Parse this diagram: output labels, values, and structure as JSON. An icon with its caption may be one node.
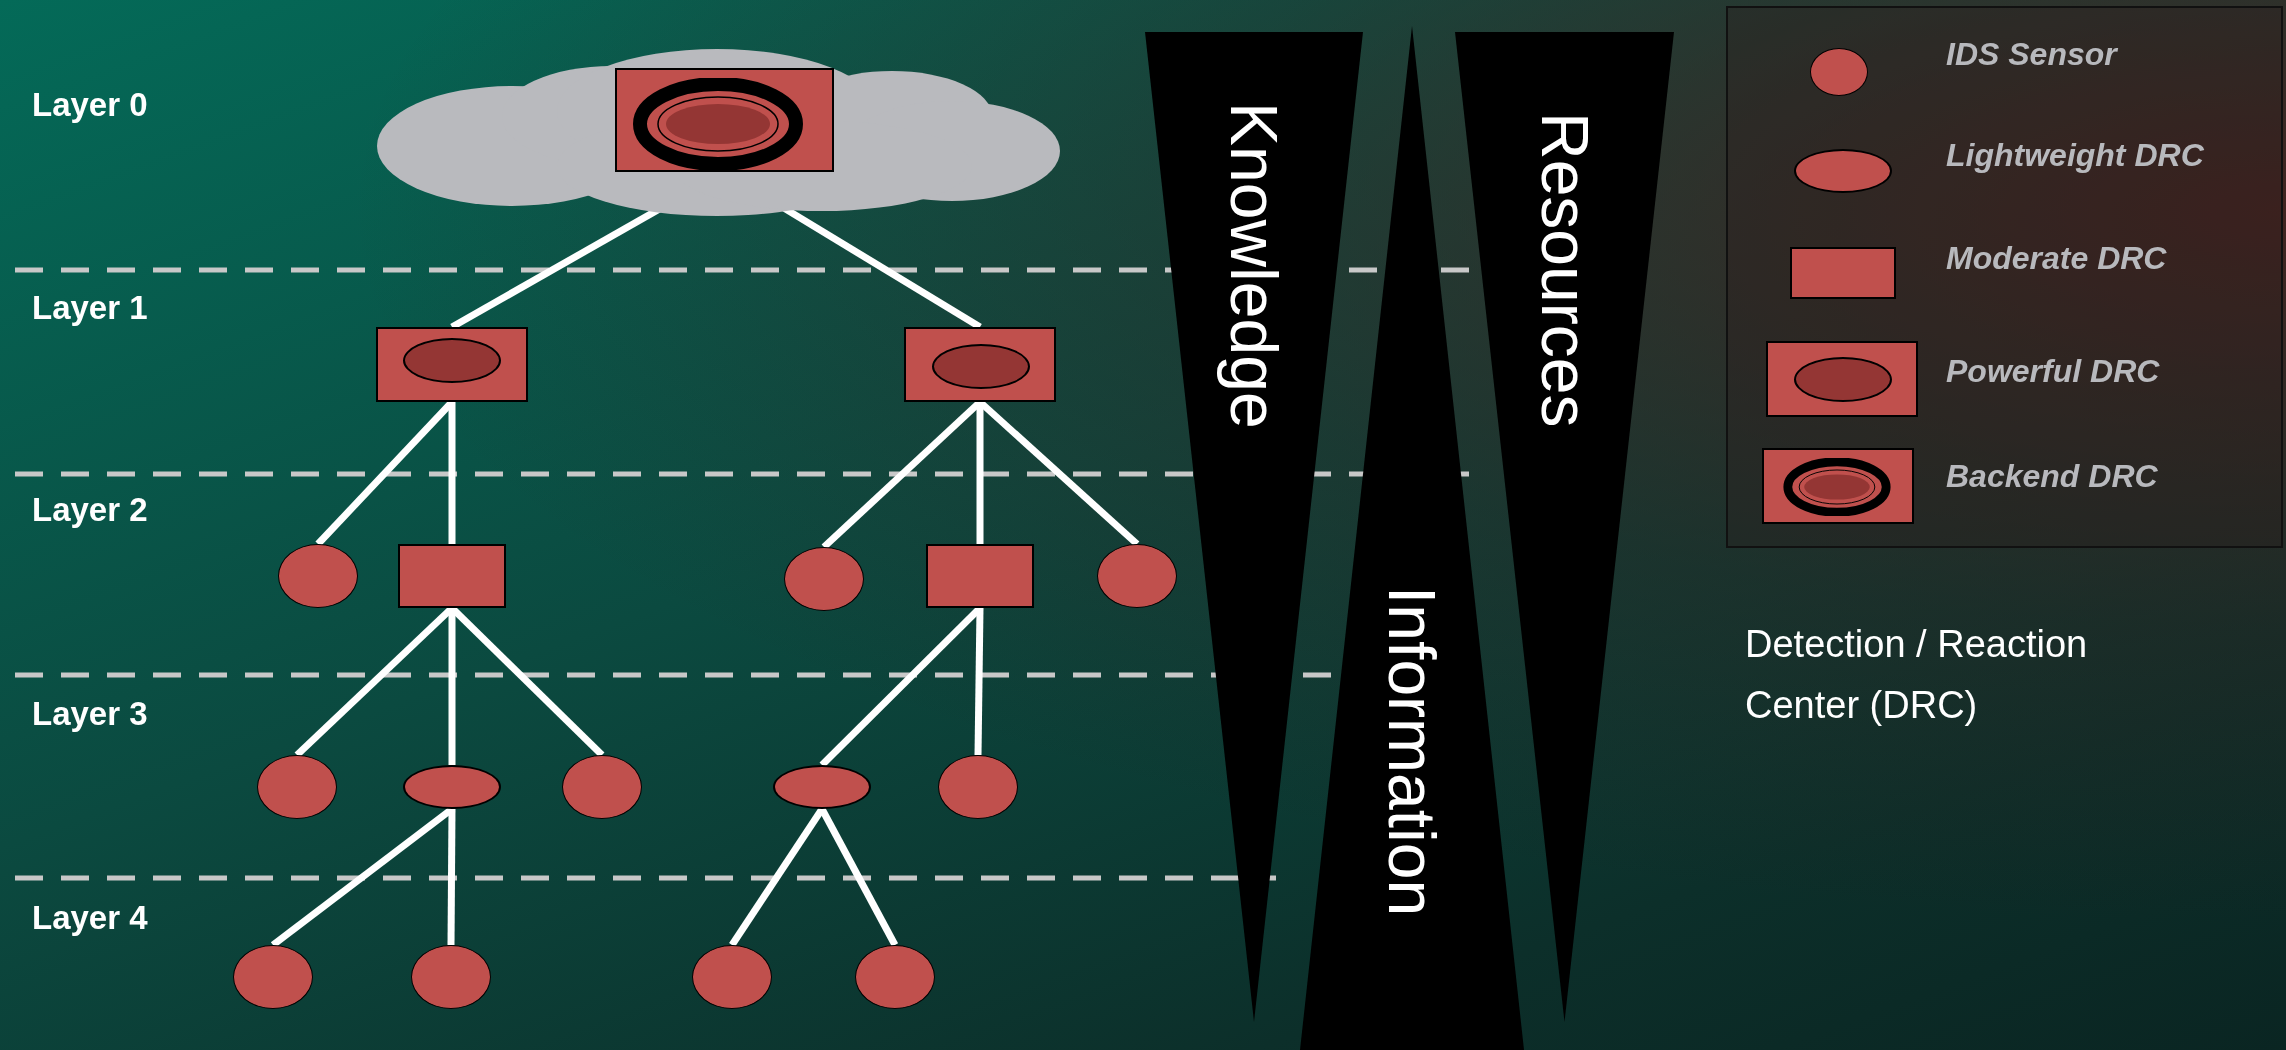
{
  "diagram": {
    "nodes": [
      {
        "text": [],
        "shape": "cloud"
      },
      {
        "text": [],
        "shape": "box",
        "in": 0
      },
      {
        "text": [],
        "shape": "ring",
        "in": 1
      },
      {
        "text": [],
        "shape": "box"
      },
      {
        "text": [],
        "shape": "ellipse",
        "in": 3
      },
      {
        "text": [],
        "shape": "box"
      },
      {
        "text": [],
        "shape": "ellipse",
        "in": 5
      },
      {
        "text": [],
        "shape": "circle"
      },
      {
        "text": [],
        "shape": "box"
      },
      {
        "text": [],
        "shape": "circle"
      },
      {
        "text": [],
        "shape": "box"
      },
      {
        "text": [],
        "shape": "circle"
      },
      {
        "text": [],
        "shape": "circle"
      },
      {
        "text": [],
        "shape": "ellipse"
      },
      {
        "text": [],
        "shape": "circle"
      },
      {
        "text": [],
        "shape": "ellipse"
      },
      {
        "text": [],
        "shape": "circle"
      },
      {
        "text": [],
        "shape": "circle"
      },
      {
        "text": [],
        "shape": "circle"
      },
      {
        "text": [],
        "shape": "circle"
      },
      {
        "text": [],
        "shape": "circle"
      },
      {
        "text": [
          "Knowledge"
        ]
      },
      {
        "text": [
          "Resources"
        ]
      },
      {
        "text": [
          "Information"
        ]
      }
    ],
    "edges": [
      {
        "from": 1,
        "to": 3,
        "arrow": "none"
      },
      {
        "from": 1,
        "to": 5,
        "arrow": "none"
      },
      {
        "from": 3,
        "to": 7,
        "arrow": "none"
      },
      {
        "from": 3,
        "to": 8,
        "arrow": "none"
      },
      {
        "from": 5,
        "to": 9,
        "arrow": "none"
      },
      {
        "from": 5,
        "to": 10,
        "arrow": "none"
      },
      {
        "from": 5,
        "to": 11,
        "arrow": "none"
      },
      {
        "from": 8,
        "to": 12,
        "arrow": "none"
      },
      {
        "from": 8,
        "to": 13,
        "arrow": "none"
      },
      {
        "from": 8,
        "to": 14,
        "arrow": "none"
      },
      {
        "from": 10,
        "to": 15,
        "arrow": "none"
      },
      {
        "from": 10,
        "to": 16,
        "arrow": "none"
      },
      {
        "from": 13,
        "to": 17,
        "arrow": "none"
      },
      {
        "from": 13,
        "to": 18,
        "arrow": "none"
      },
      {
        "from": 15,
        "to": 19,
        "arrow": "none"
      },
      {
        "from": 15,
        "to": 20,
        "arrow": "none"
      }
    ],
    "labels": [
      "Layer 0",
      "Layer 1",
      "Layer 2",
      "Layer 3",
      "Layer 4",
      "Detection / Reaction Center (DRC)"
    ],
    "legend": [
      {
        "text": "IDS Sensor"
      },
      {
        "text": "Lightweight DRC"
      },
      {
        "text": "Moderate DRC"
      },
      {
        "text": "Powerful DRC"
      },
      {
        "text": "Backend DRC"
      }
    ]
  }
}
